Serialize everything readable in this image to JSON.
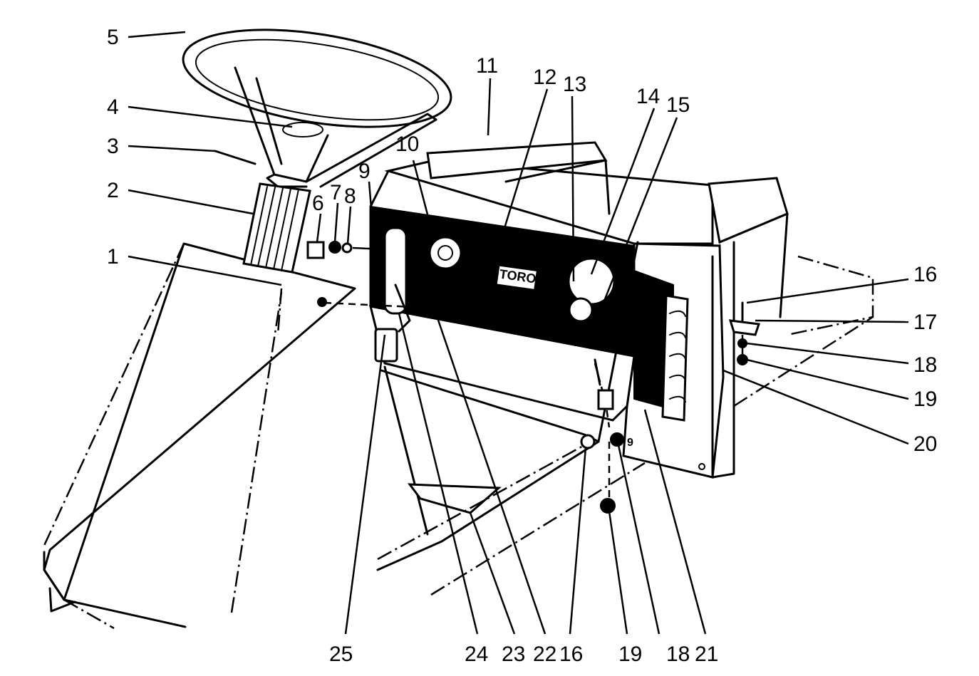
{
  "brand_plate": "TORO",
  "shift_gate_labels": [
    "3",
    "2",
    "1"
  ],
  "pedal_position_label": "9",
  "callouts": {
    "c1": "1",
    "c2": "2",
    "c3": "3",
    "c4": "4",
    "c5": "5",
    "c6": "6",
    "c7": "7",
    "c8": "8",
    "c9": "9",
    "c10": "10",
    "c11": "11",
    "c12": "12",
    "c13": "13",
    "c14": "14",
    "c15": "15",
    "c16a": "16",
    "c17": "17",
    "c18a": "18",
    "c19a": "19",
    "c20": "20",
    "c25": "25",
    "c24": "24",
    "c23": "23",
    "c22": "22",
    "c16b": "16",
    "c19b": "19",
    "c18b": "18",
    "c21": "21"
  },
  "colors": {
    "ink": "#000000",
    "paper": "#ffffff"
  }
}
